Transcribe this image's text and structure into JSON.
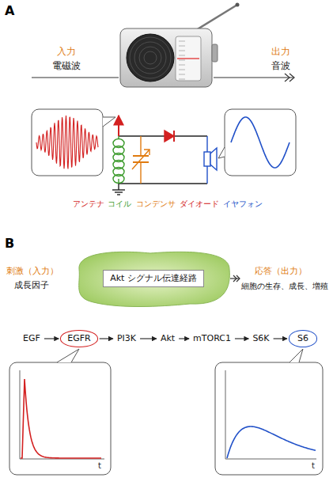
{
  "diagram": {
    "nodes": [
      {
        "text": [
          "Akt シグナル伝達経路"
        ]
      },
      {
        "text": [
          "EGF"
        ]
      },
      {
        "text": [
          "EGFR"
        ]
      },
      {
        "text": [
          "PI3K"
        ]
      },
      {
        "text": [
          "Akt"
        ]
      },
      {
        "text": [
          "mTORC1"
        ]
      },
      {
        "text": [
          "S6K"
        ]
      },
      {
        "text": [
          "S6"
        ]
      }
    ],
    "edges": [
      {
        "from": 1,
        "to": 2,
        "arrow": "to"
      },
      {
        "from": 2,
        "to": 3,
        "arrow": "to"
      },
      {
        "from": 3,
        "to": 4,
        "arrow": "to"
      },
      {
        "from": 4,
        "to": 5,
        "arrow": "to"
      },
      {
        "from": 5,
        "to": 6,
        "arrow": "to"
      },
      {
        "from": 6,
        "to": 7,
        "arrow": "to"
      }
    ],
    "labels": [
      "A",
      "入力",
      "電磁波",
      "出力",
      "音波",
      "アンテナ",
      "コイル",
      "コンデンサ",
      "ダイオード",
      "イヤフォン",
      "B",
      "刺激（入力）",
      "成長因子",
      "応答（出力）",
      "細胞の生存、成長、増殖",
      "t",
      "t"
    ]
  }
}
